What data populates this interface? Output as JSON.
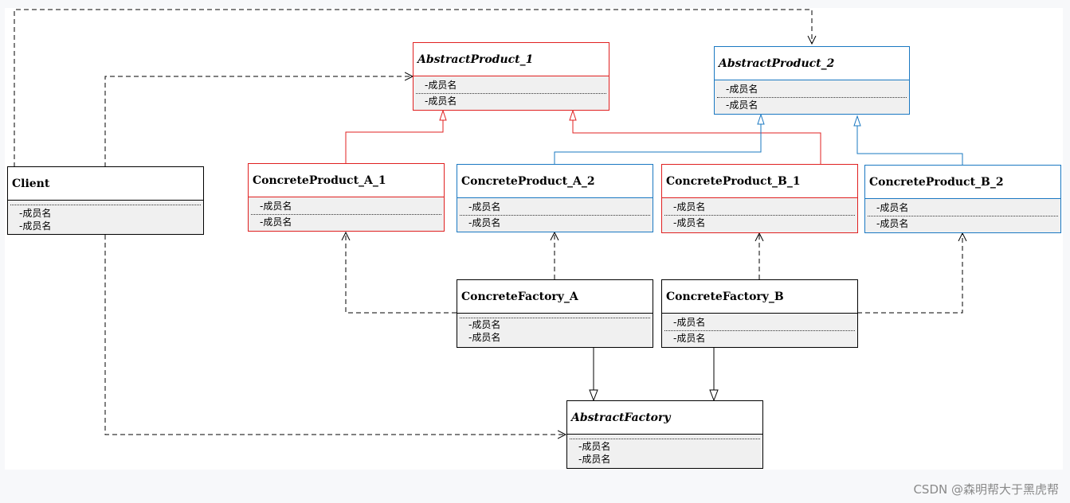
{
  "classes": {
    "client": {
      "name": "Client",
      "members": [
        "-成员名",
        "-成员名"
      ]
    },
    "abstract_product_1": {
      "name": "AbstractProduct_1",
      "members": [
        "-成员名",
        "-成员名"
      ]
    },
    "abstract_product_2": {
      "name": "AbstractProduct_2",
      "members": [
        "-成员名",
        "-成员名"
      ]
    },
    "concrete_product_a_1": {
      "name": "ConcreteProduct_A_1",
      "members": [
        "-成员名",
        "-成员名"
      ]
    },
    "concrete_product_a_2": {
      "name": "ConcreteProduct_A_2",
      "members": [
        "-成员名",
        "-成员名"
      ]
    },
    "concrete_product_b_1": {
      "name": "ConcreteProduct_B_1",
      "members": [
        "-成员名",
        "-成员名"
      ]
    },
    "concrete_product_b_2": {
      "name": "ConcreteProduct_B_2",
      "members": [
        "-成员名",
        "-成员名"
      ]
    },
    "concrete_factory_a": {
      "name": "ConcreteFactory_A",
      "members": [
        "-成员名",
        "-成员名"
      ]
    },
    "concrete_factory_b": {
      "name": "ConcreteFactory_B",
      "members": [
        "-成员名",
        "-成员名"
      ]
    },
    "abstract_factory": {
      "name": "AbstractFactory",
      "members": [
        "-成员名",
        "-成员名"
      ]
    }
  },
  "colors": {
    "product_1_family": "#e02020",
    "product_2_family": "#1a78c2",
    "default": "#000000"
  },
  "watermark": "CSDN @森明帮大于黑虎帮"
}
